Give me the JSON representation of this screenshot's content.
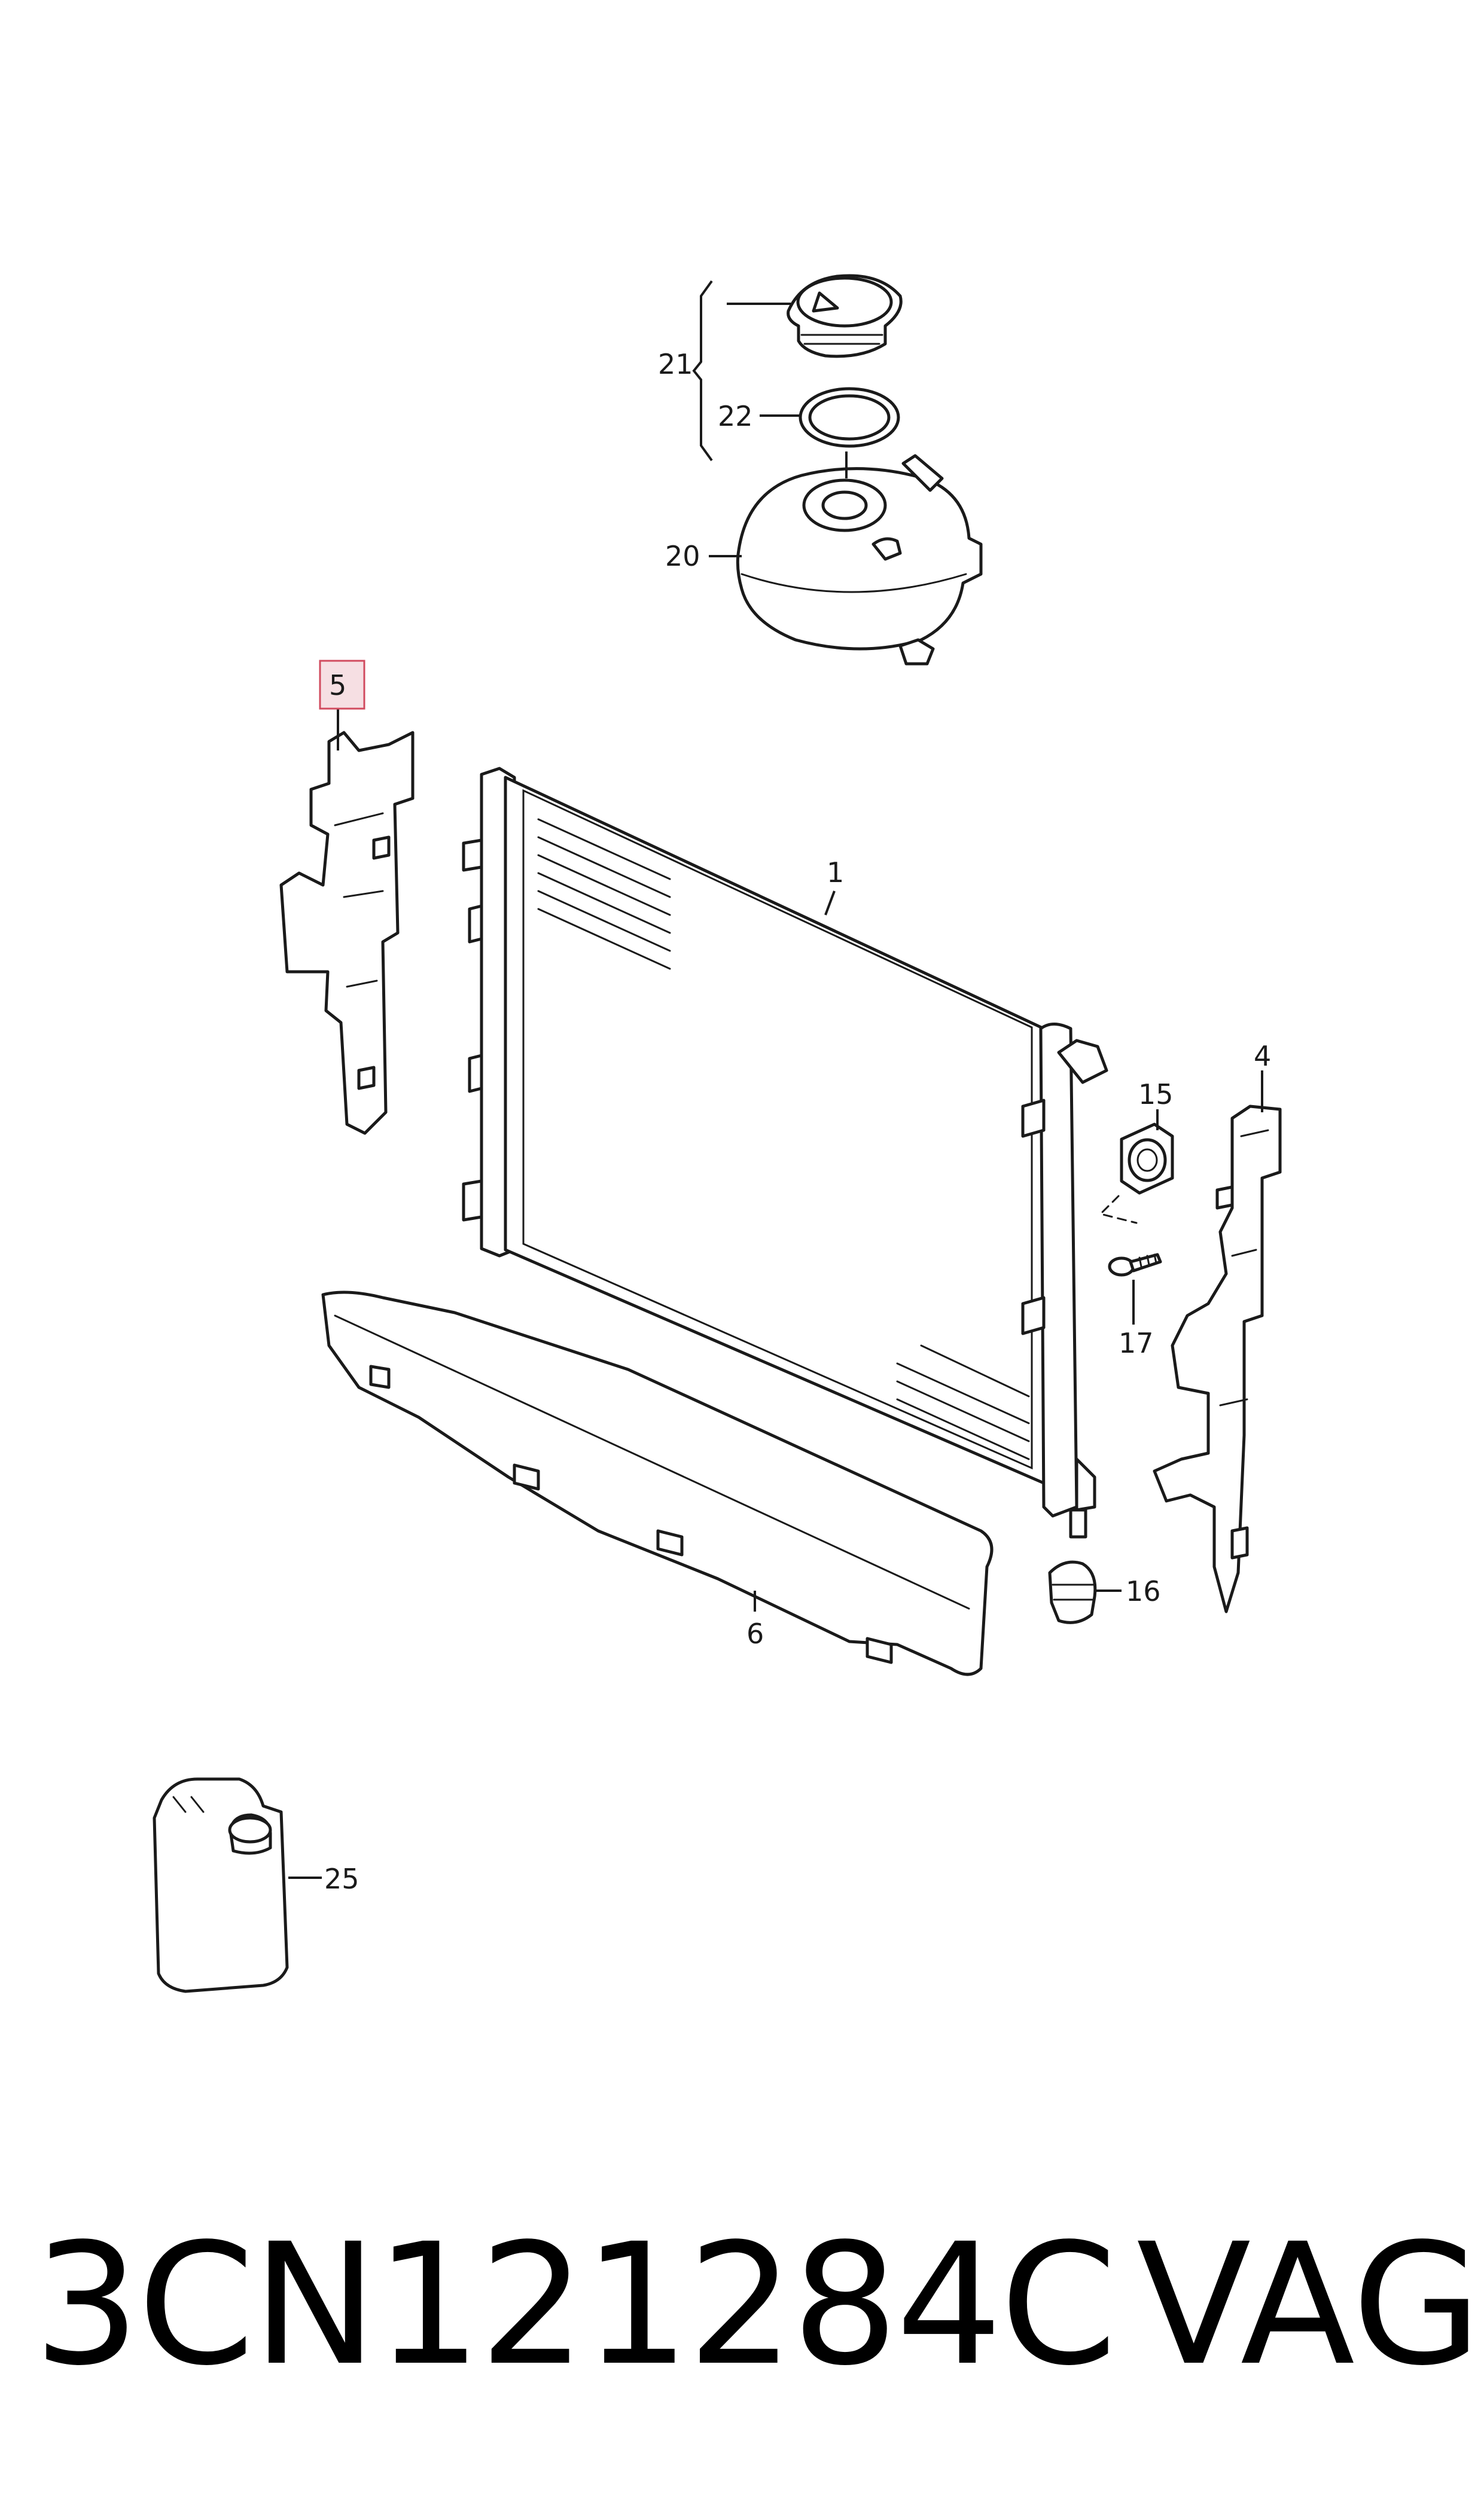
{
  "diagram": {
    "callouts": {
      "c1": "1",
      "c4": "4",
      "c5": "5",
      "c6": "6",
      "c15": "15",
      "c16": "16",
      "c17": "17",
      "c20": "20",
      "c21": "21",
      "c22": "22",
      "c25": "25"
    },
    "highlighted_callout": "5",
    "highlight_color": "#f6dfe3",
    "highlight_border": "#d14b5f"
  },
  "footer": {
    "part_number": "3CN121284C",
    "brand": "VAG"
  }
}
